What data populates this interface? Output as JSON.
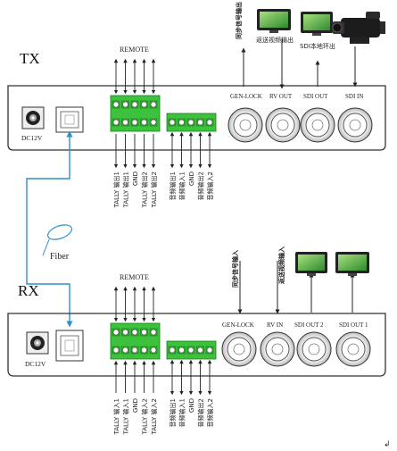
{
  "tx": {
    "title": "TX",
    "remote_label": "REMOTE",
    "power_label": "DC12V",
    "ports": [
      "GEN-LOCK",
      "RV OUT",
      "SDI OUT",
      "SDI IN"
    ],
    "top_labels": {
      "genlock_out": "同步信号输出",
      "return_video_out": "返送视频输出",
      "sdi_loop_out": "SDI本地环出"
    },
    "tally_labels": [
      "TALLY 输出1",
      "TALLY 输出1",
      "GND",
      "TALLY 输出2",
      "TALLY 输出2"
    ],
    "audio_labels": [
      "音频输出1",
      "音频输入1",
      "GND",
      "音频输出2",
      "音频输入2"
    ]
  },
  "rx": {
    "title": "RX",
    "remote_label": "REMOTE",
    "power_label": "DC12V",
    "ports": [
      "GEN-LOCK",
      "RV IN",
      "SDI OUT 2",
      "SDI OUT 1"
    ],
    "top_labels": {
      "genlock_in": "同步信号输入",
      "return_video_in": "返送视频输入"
    },
    "tally_labels": [
      "TALLY 输入1",
      "TALLY 输入1",
      "GND",
      "TALLY 输入2",
      "TALLY 输入2"
    ],
    "audio_labels": [
      "音频输出1",
      "音频输入1",
      "GND",
      "音频输出2",
      "音频输入2"
    ]
  },
  "fiber_label": "Fiber",
  "colors": {
    "terminal_green": "#3cc23c",
    "fiber_blue": "#2f8fc8",
    "panel_stroke": "#333333",
    "monitor_green": "#3aa84a"
  }
}
